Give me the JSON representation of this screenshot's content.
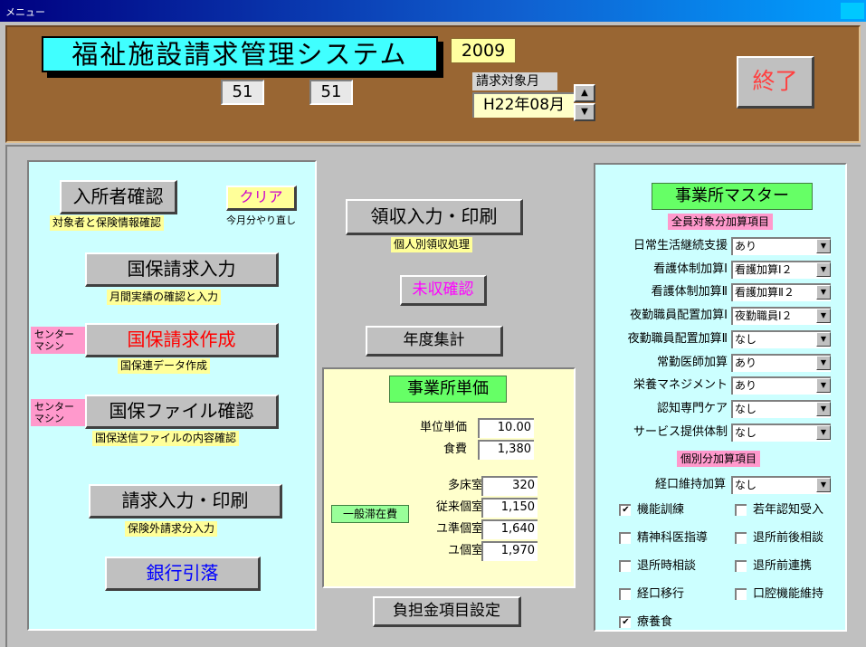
{
  "window": {
    "title": "メニュー"
  },
  "header": {
    "system_name": "福祉施設請求管理システム",
    "year": "2009",
    "num_left": "51",
    "num_right": "51",
    "month_label": "請求対象月",
    "month_value": "H22年08月",
    "spin_up": "▲",
    "spin_down": "▼",
    "exit_label": "終了"
  },
  "left": {
    "admission_button": "入所者確認",
    "admission_caption": "対象者と保険情報確認",
    "clear_button": "クリア",
    "clear_caption": "今月分やり直し",
    "kokuho_input_button": "国保請求入力",
    "kokuho_input_caption": "月間実績の確認と入力",
    "center_tag_1": "センター\nマシン",
    "kokuho_create_button": "国保請求作成",
    "kokuho_create_caption": "国保連データ作成",
    "center_tag_2": "センター\nマシン",
    "kokuho_file_button": "国保ファイル確認",
    "kokuho_file_caption": "国保送信ファイルの内容確認",
    "billing_button": "請求入力・印刷",
    "billing_caption": "保険外請求分入力",
    "bank_button": "銀行引落"
  },
  "middle": {
    "receipt_button": "領収入力・印刷",
    "receipt_caption": "個人別領収処理",
    "unpaid_button": "未収確認",
    "annual_button": "年度集計",
    "burden_button": "負担金項目設定",
    "unit_price": {
      "title": "事業所単価",
      "unit_label": "単位単価",
      "unit_value": "10.00",
      "food_label": "食費",
      "food_value": "1,380",
      "stay_tag": "一般滞在費",
      "rooms": [
        {
          "label": "多床室",
          "value": "320"
        },
        {
          "label": "従来個室",
          "value": "1,150"
        },
        {
          "label": "ユ準個室",
          "value": "1,640"
        },
        {
          "label": "ユ個室",
          "value": "1,970"
        }
      ]
    }
  },
  "master": {
    "title": "事業所マスター",
    "all_section": "全員対象分加算項目",
    "rows": [
      {
        "label": "日常生活継続支援",
        "value": "あり"
      },
      {
        "label": "看護体制加算Ⅰ",
        "value": "看護加算Ⅰ２"
      },
      {
        "label": "看護体制加算Ⅱ",
        "value": "看護加算Ⅱ２"
      },
      {
        "label": "夜勤職員配置加算Ⅰ",
        "value": "夜勤職員Ⅰ２"
      },
      {
        "label": "夜勤職員配置加算Ⅱ",
        "value": "なし"
      },
      {
        "label": "常勤医師加算",
        "value": "あり"
      },
      {
        "label": "栄養マネジメント",
        "value": "あり"
      },
      {
        "label": "認知専門ケア",
        "value": "なし"
      },
      {
        "label": "サービス提供体制",
        "value": "なし"
      }
    ],
    "individual_section": "個別分加算項目",
    "oral_label": "経口維持加算",
    "oral_value": "なし",
    "checks": [
      {
        "label": "機能訓練",
        "checked": true
      },
      {
        "label": "若年認知受入",
        "checked": false
      },
      {
        "label": "精神科医指導",
        "checked": false
      },
      {
        "label": "退所前後相談",
        "checked": false
      },
      {
        "label": "退所時相談",
        "checked": false
      },
      {
        "label": "退所前連携",
        "checked": false
      },
      {
        "label": "経口移行",
        "checked": false
      },
      {
        "label": "口腔機能維持",
        "checked": false
      },
      {
        "label": "療養食",
        "checked": true
      }
    ],
    "dropdown_arrow": "▼",
    "check_mark": "✔"
  },
  "colors": {
    "header_bg": "#996633",
    "panel_bg": "#ccffff",
    "caption_bg": "#ffff99",
    "pink_tag": "#ff99cc"
  }
}
